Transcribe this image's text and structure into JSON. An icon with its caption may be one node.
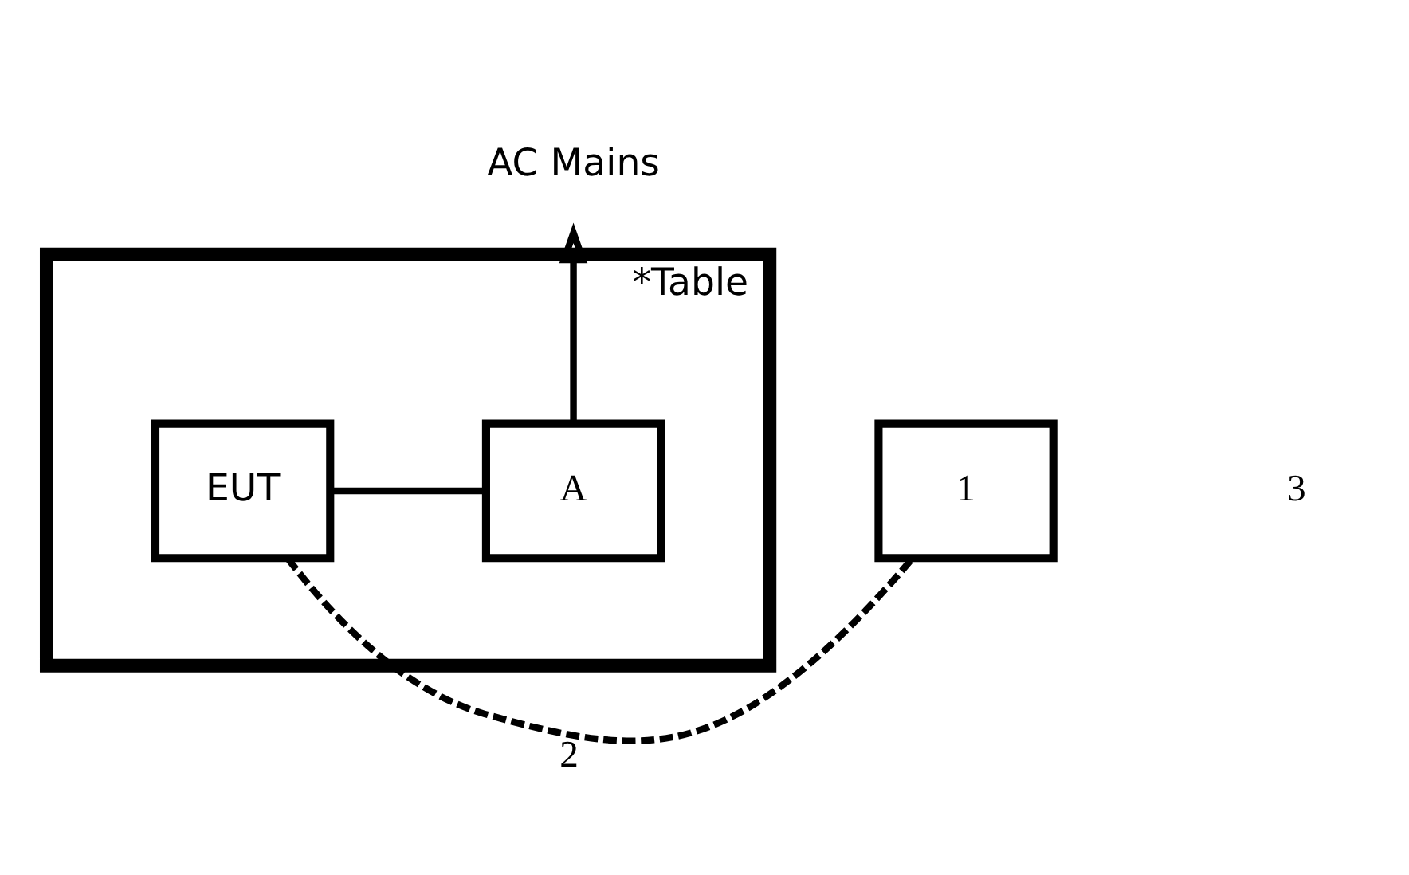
{
  "diagram": {
    "nodes": [
      {
        "text": [
          "*Table"
        ]
      },
      {
        "text": [
          "AC Mains"
        ]
      },
      {
        "text": [
          "A"
        ],
        "in": 0
      },
      {
        "text": [
          "EUT"
        ],
        "in": 0
      },
      {
        "text": [
          "1"
        ]
      }
    ],
    "edges": [
      {
        "from": 2,
        "to": 1,
        "arrow": "to"
      },
      {
        "from": 2,
        "to": 3,
        "arrow": "none"
      },
      {
        "from": 3,
        "to": 4,
        "arrow": "none",
        "label": "2",
        "style": "dashed"
      }
    ],
    "labels": [
      "3"
    ]
  }
}
